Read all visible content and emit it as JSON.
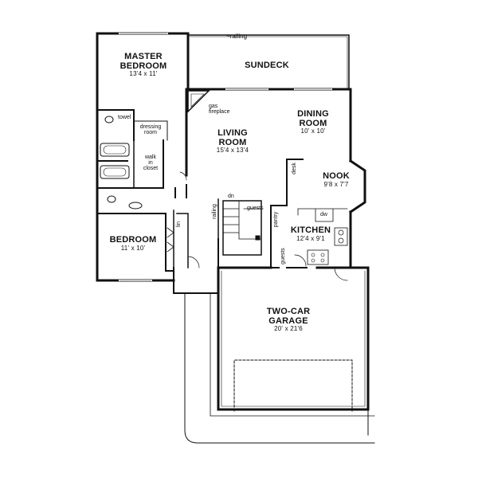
{
  "rooms": {
    "master_bedroom": {
      "name_line1": "MASTER",
      "name_line2": "BEDROOM",
      "dims": "13'4 x 11'"
    },
    "sundeck": {
      "name": "SUNDECK"
    },
    "dining_room": {
      "name_line1": "DINING",
      "name_line2": "ROOM",
      "dims": "10' x 10'"
    },
    "living_room": {
      "name_line1": "LIVING",
      "name_line2": "ROOM",
      "dims": "15'4 x 13'4"
    },
    "nook": {
      "name": "NOOK",
      "dims": "9'8 x 7'7"
    },
    "kitchen": {
      "name": "KITCHEN",
      "dims": "12'4 x 9'1"
    },
    "bedroom": {
      "name": "BEDROOM",
      "dims": "11' x 10'"
    },
    "garage": {
      "name_line1": "TWO-CAR",
      "name_line2": "GARAGE",
      "dims": "20' x 21'6"
    }
  },
  "labels": {
    "railing_top": "railing",
    "gas_fireplace_1": "gas",
    "gas_fireplace_2": "fireplace",
    "towel": "towel",
    "dressing_1": "dressing",
    "dressing_2": "room",
    "walkin_1": "walk",
    "walkin_2": "in",
    "walkin_3": "closet",
    "desk": "desk",
    "dn": "dn",
    "guests": "guests",
    "railing_stair": "railing",
    "pantry": "pantry",
    "dw": "dw",
    "lin": "lin",
    "guests_small": "guests"
  }
}
